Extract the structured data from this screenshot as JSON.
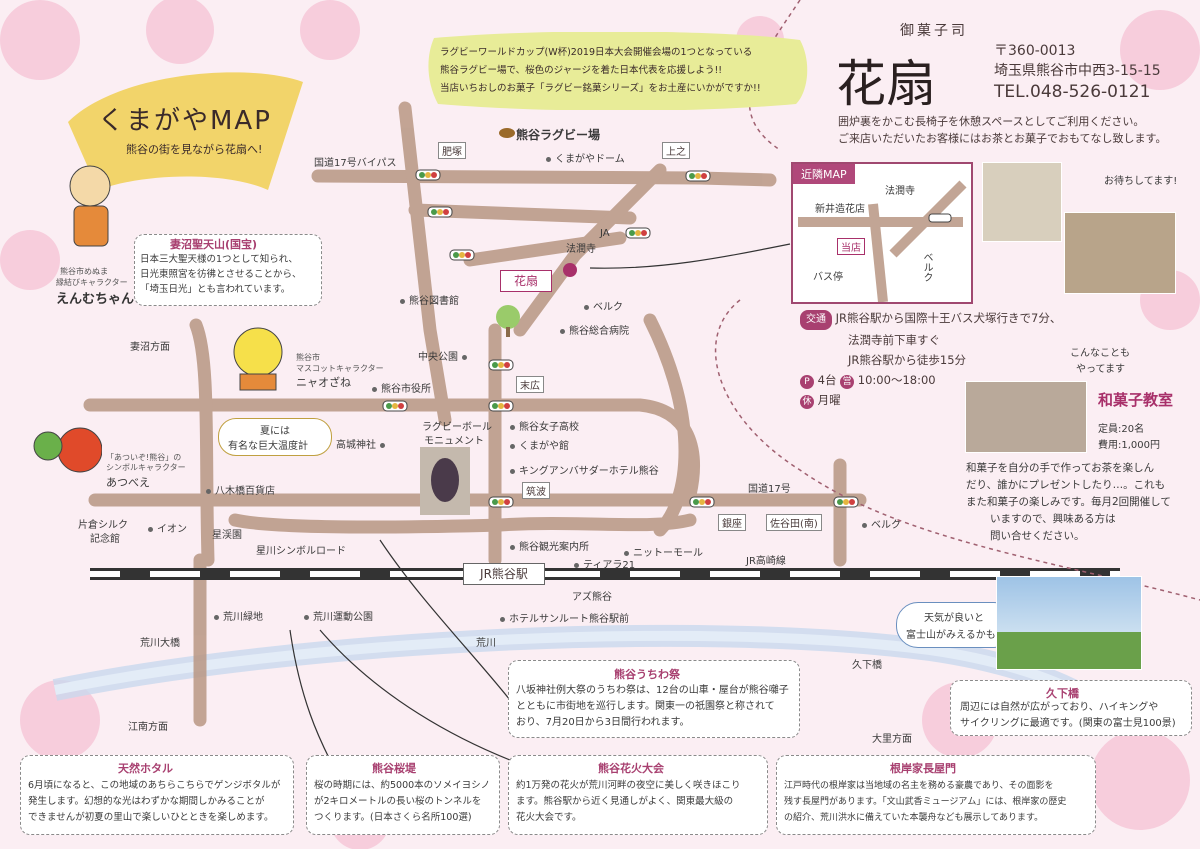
{
  "title": "くまがやMAP",
  "subtitle": "熊谷の街を見ながら花扇へ!",
  "bubble": {
    "line1": "ラグビーワールドカップ(W杯)2019日本大会開催会場の1つとなっている",
    "line2": "熊谷ラグビー場で、桜色のジャージを着た日本代表を応援しよう!!",
    "line3": "当店いちおしのお菓子「ラグビー銘菓シリーズ」をお土産にいかがですか!!"
  },
  "shop": {
    "kashi": "御菓子司",
    "logo": "花扇",
    "postal": "〒360-0013",
    "address": "埼玉県熊谷市中西3-15-15",
    "tel": "TEL.048-526-0121",
    "desc1": "囲炉裏をかこむ長椅子を休憩スペースとしてご利用ください。",
    "desc2": "ご来店いただいたお客様にはお茶とお菓子でおもてなし致します。",
    "welcome": "お待ちしてます!"
  },
  "inset": {
    "head": "近隣MAP",
    "labels": [
      "法潤寺",
      "新井造花店",
      "当店",
      "バス停",
      "ベルク"
    ]
  },
  "access": {
    "tag": "交通",
    "line1": "JR熊谷駅から国際十王バス犬塚行きで7分、",
    "line2": "法潤寺前下車すぐ",
    "line3": "JR熊谷駅から徒歩15分",
    "parking_tag": "P",
    "parking": "4台",
    "hours_tag": "営",
    "hours": "10:00～18:00",
    "closed_tag": "休",
    "closed": "月曜"
  },
  "class": {
    "bubble1": "こんなことも",
    "bubble2": "やってます",
    "title": "和菓子教室",
    "capacity": "定員:20名",
    "fee": "費用:1,000円",
    "desc1": "和菓子を自分の手で作ってお茶を楽しん",
    "desc2": "だり、誰かにプレゼントしたり…。これも",
    "desc3": "また和菓子の楽しみです。毎月2回開催して",
    "desc4": "いますので、興味ある方は",
    "desc5": "問い合せください。"
  },
  "fuji": {
    "bubble1": "天気が良いと",
    "bubble2": "富士山がみえるかも?"
  },
  "characters": {
    "enmu_tag1": "熊谷市めぬま",
    "enmu_tag2": "縁結びキャラクター",
    "enmu": "えんむちゃん",
    "nyaozane_tag1": "熊谷市",
    "nyaozane_tag2": "マスコットキャラクター",
    "nyaozane": "ニャオざね",
    "atsube_tag1": "「あついぞ!熊谷」の",
    "atsube_tag2": "シンボルキャラクター",
    "atsube": "あつべえ"
  },
  "menuma": {
    "title": "妻沼聖天山(国宝)",
    "line1": "日本三大聖天様の1つとして知られ、",
    "line2": "日光東照宮を彷彿とさせることから、",
    "line3": "「埼玉日光」とも言われています。"
  },
  "thermometer": {
    "line1": "夏には",
    "line2": "有名な巨大温度計"
  },
  "map_labels": {
    "bypass": "国道17号バイパス",
    "hizuka": "肥塚",
    "rugby": "熊谷ラグビー場",
    "dome": "くまがやドーム",
    "kamino": "上之",
    "ja": "JA",
    "hojunji": "法潤寺",
    "library": "熊谷図書館",
    "belc": "ベルク",
    "hospital": "熊谷総合病院",
    "chuo_park": "中央公園",
    "suehiro": "末広",
    "city_hall": "熊谷市役所",
    "menuma_dir": "妻沼方面",
    "takagi": "高城神社",
    "girls_hs": "熊谷女子高校",
    "kumagaya_kan": "くまがや館",
    "ambassador": "キングアンバサダーホテル熊谷",
    "monument1": "ラグビーボール",
    "monument2": "モニュメント",
    "tsukuba": "筑波",
    "yagi": "八木橋百貨店",
    "route17": "国道17号",
    "ginza": "銀座",
    "sakuda": "佐谷田(南)",
    "belc2": "ベルク",
    "katakura1": "片倉シルク",
    "katakura2": "記念館",
    "aeon": "イオン",
    "hoshikawa_park": "星渓園",
    "hoshikawa_road": "星川シンボルロード",
    "tourist": "熊谷観光案内所",
    "nitto": "ニットーモール",
    "tiara": "ティアラ21",
    "takasaki": "JR高崎線",
    "station": "JR熊谷駅",
    "azu": "アズ熊谷",
    "arakawa_ryokuchi": "荒川緑地",
    "arakawa_park": "荒川運動公園",
    "sunroute": "ホテルサンルート熊谷駅前",
    "arakawa_bridge": "荒川大橋",
    "arakawa": "荒川",
    "kuge": "久下橋",
    "konan": "江南方面",
    "osato": "大里方面"
  },
  "cards": {
    "uchiwa": {
      "title": "熊谷うちわ祭",
      "l1": "八坂神社例大祭のうちわ祭は、12台の山車・屋台が熊谷囃子",
      "l2": "とともに市街地を巡行します。関東一の祇園祭と称されて",
      "l3": "おり、7月20日から3日間行われます。"
    },
    "kuge": {
      "title": "久下橋",
      "l1": "周辺には自然が広がっており、ハイキングや",
      "l2": "サイクリングに最適です。(関東の富士見100景)"
    },
    "hotaru": {
      "title": "天然ホタル",
      "l1": "6月頃になると、この地域のあちらこちらでゲンジボタルが",
      "l2": "発生します。幻想的な光はわずかな期間しかみることが",
      "l3": "できませんが初夏の里山で楽しいひとときを楽しめます。"
    },
    "sakura": {
      "title": "熊谷桜堤",
      "l1": "桜の時期には、約5000本のソメイヨシノ",
      "l2": "が2キロメートルの長い桜のトンネルを",
      "l3": "つくります。(日本さくら名所100選)"
    },
    "hanabi": {
      "title": "熊谷花火大会",
      "l1": "約1万発の花火が荒川河畔の夜空に美しく咲きほこり",
      "l2": "ます。熊谷駅から近く見通しがよく、関東最大級の",
      "l3": "花火大会です。"
    },
    "negishi": {
      "title": "根岸家長屋門",
      "l1": "江戸時代の根岸家は当地域の名主を務める豪農であり、その面影を",
      "l2": "残す長屋門があります。「文山武香ミュージアム」には、根岸家の歴史",
      "l3": "の紹介、荒川洪水に備えていた本襲舟なども展示してあります。"
    }
  }
}
